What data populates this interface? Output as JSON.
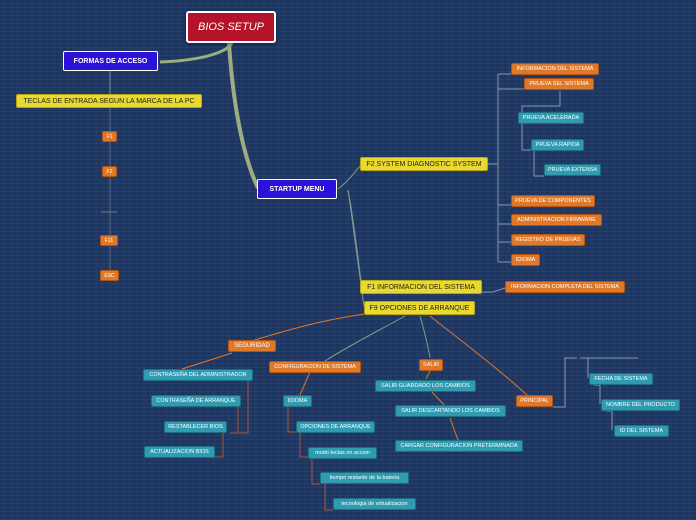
{
  "root": "BIOS SETUP",
  "formas": {
    "label": "FORMAS DE ACCESO",
    "teclas": "TECLAS DE ENTRADA SEGUN LA MARCA DE LA PC",
    "keys": [
      "F1",
      "F2",
      "F11",
      "ESC"
    ]
  },
  "startup": {
    "label": "STARTUP  MENU",
    "f2": {
      "label": "F2 SYSTEM DIAGNOSTIC SYSTEM",
      "items": [
        "INFORMACION DEL SISTEMA",
        "PRUEVA SEL SISTEMA",
        "PRUEVA DE COMPONENTES",
        "ADMINISTRACION FIRMWARE",
        "REGISTRO DE PRUEVAS",
        "IDIOMA"
      ],
      "pruebas": [
        "PRUEVA ACELERADA",
        "PRUEVA RAPIDA",
        "PRUEVA EXTENSA"
      ]
    },
    "f1": {
      "label": "F1 INFORMACION DEL SISTEMA",
      "child": "INFORMACION COMPLETA DEL SISTEMA"
    },
    "f9": {
      "label": "F9 OPCIONES DE ARRANQUE",
      "seguridad": {
        "label": "SEGURIDAD",
        "items": [
          "CONTRASEÑA DEL ADMINISTRADOR",
          "CONTRASEÑA DE ARRANQUE",
          "RESTABLECER BIOS",
          "ACTUALIZACION BIOS"
        ]
      },
      "config": {
        "label": "CONFIGURACION DE SISTEMA",
        "idioma": "IDIOMA",
        "opciones": "OPCIONES DE ARRANQUE",
        "sub": [
          "modo teclas en accion",
          "tiempo restante de la bateria",
          "tecnologia de virtualizacion"
        ]
      },
      "salir": {
        "label": "SALIR",
        "items": [
          "SALIR GUARDADO LOS CAMBIOS",
          "SALIR DESCARTANDO LOS CAMBIOS",
          "CARGAR CONFIGURACION PRETERMINADA"
        ]
      },
      "principal": {
        "label": "PRINCIPAL",
        "items": [
          "FECHA DE SISTEMA",
          "NOMBRE DEL PRODUCTO",
          "ID DEL SISTEMA"
        ]
      }
    }
  },
  "colors": {
    "background": "#1f3864",
    "root": "#b5122b",
    "main": "#2c12d8",
    "yellow": "#e8d830",
    "orange": "#e0782a",
    "teal": "#2f9bb1"
  }
}
